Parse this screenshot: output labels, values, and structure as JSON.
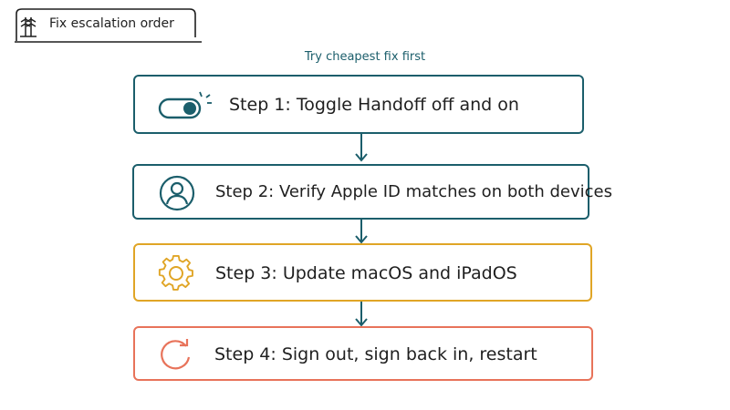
{
  "header": {
    "title": "Fix escalation order",
    "icon": "tree-icon"
  },
  "subtitle": "Try cheapest fix first",
  "colors": {
    "teal": "#1b5e6b",
    "amber": "#e0a526",
    "coral": "#e8735a"
  },
  "steps": [
    {
      "label": "Step 1: Toggle Handoff off and on",
      "icon": "toggle-icon",
      "color": "#1b5e6b"
    },
    {
      "label": "Step 2: Verify Apple ID matches on both devices",
      "icon": "user-icon",
      "color": "#1b5e6b"
    },
    {
      "label": "Step 3: Update macOS and iPadOS",
      "icon": "gear-icon",
      "color": "#e0a526"
    },
    {
      "label": "Step 4: Sign out, sign back in, restart",
      "icon": "restart-icon",
      "color": "#e8735a"
    }
  ]
}
